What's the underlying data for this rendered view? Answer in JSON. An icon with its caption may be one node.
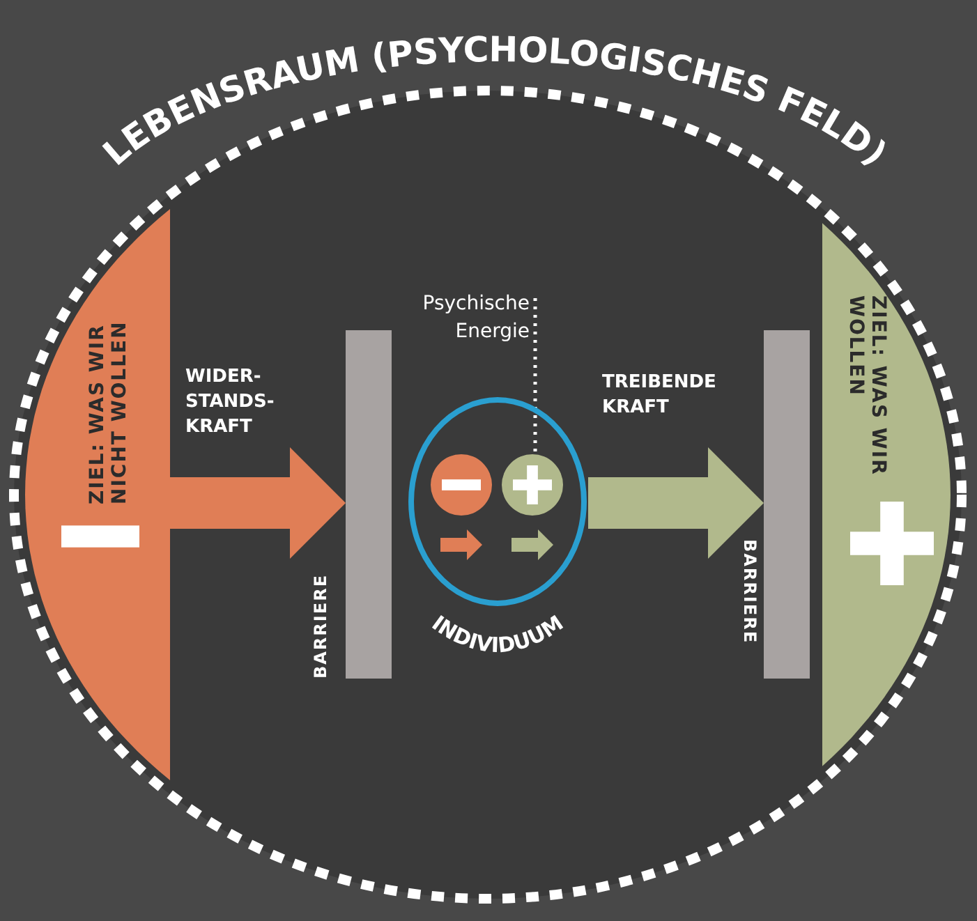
{
  "diagram": {
    "nodes": [
      {
        "text": [
          "LEBENSRAUM (PSYCHOLOGISCHES FELD)"
        ]
      },
      {
        "text": [
          "ZIEL: WAS WIR NICHT WOLLEN"
        ],
        "in": 0
      },
      {
        "text": [],
        "shape": "bar",
        "beside": [
          "BARRIERE"
        ],
        "in": 0
      },
      {
        "text": [
          "Psychische Energie"
        ],
        "in": 0
      },
      {
        "text": [
          "INDIVIDUUM"
        ],
        "in": 0
      },
      {
        "text": [],
        "shape": "circle",
        "in": 4
      },
      {
        "text": [],
        "shape": "circle",
        "in": 4
      },
      {
        "text": [],
        "shape": "bar",
        "beside": [
          "BARRIERE"
        ],
        "in": 0
      },
      {
        "text": [
          "ZIEL: WAS WIR WOLLEN"
        ],
        "in": 0
      }
    ],
    "edges": [
      {
        "from": 1,
        "to": 2,
        "arrow": "to",
        "label": "WIDER- STANDS- KRAFT",
        "color": "#e07e56"
      },
      {
        "from": 4,
        "to": 7,
        "arrow": "to",
        "label": "TREIBENDE KRAFT",
        "color": "#b1b98c"
      },
      {
        "from": 3,
        "to": 6,
        "arrow": "none",
        "style": "dashed",
        "color": "#ffffff"
      }
    ]
  }
}
